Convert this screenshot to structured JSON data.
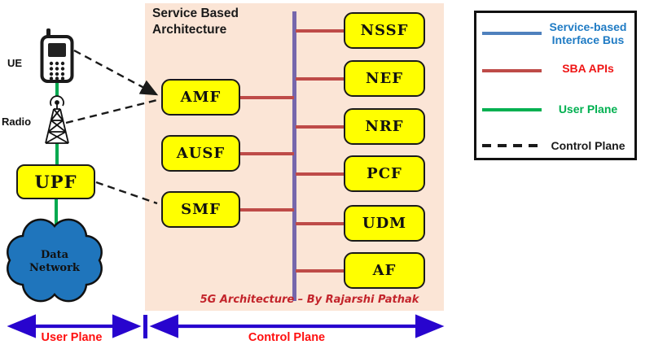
{
  "title": "Service Based Architecture",
  "caption": "5G Architecture – By Rajarshi Pathak",
  "access": {
    "ue": "UE",
    "radio": "Radio",
    "upf": "UPF",
    "data_network": "Data Network"
  },
  "nfs": {
    "left": [
      "AMF",
      "AUSF",
      "SMF"
    ],
    "right": [
      "NSSF",
      "NEF",
      "NRF",
      "PCF",
      "UDM",
      "AF"
    ]
  },
  "planes": {
    "user": "User Plane",
    "control": "Control Plane"
  },
  "legend": {
    "items": [
      {
        "label": "Service-based Interface Bus",
        "line_style": "solid",
        "line_color": "#4F81BD",
        "text_color": "#1F7BC4"
      },
      {
        "label": "SBA APIs",
        "line_style": "solid",
        "line_color": "#BE4B48",
        "text_color": "#EF1515"
      },
      {
        "label": "User Plane",
        "line_style": "solid",
        "line_color": "#00B050",
        "text_color": "#00B050"
      },
      {
        "label": "Control Plane",
        "line_style": "dashed",
        "line_color": "#1a1a1a",
        "text_color": "#1a1a1a"
      }
    ]
  },
  "colors": {
    "panel_bg": "#FBE5D6",
    "nf_fill": "#FFFF00",
    "bus_purple": "#7667AC",
    "sba_api_red": "#BE4B48",
    "user_plane_green": "#00A94F",
    "cloud_blue": "#1F75BC",
    "plane_arrow_blue": "#2804CE",
    "plane_label_red": "#FF0F0F",
    "caption_red": "#C3242B"
  }
}
